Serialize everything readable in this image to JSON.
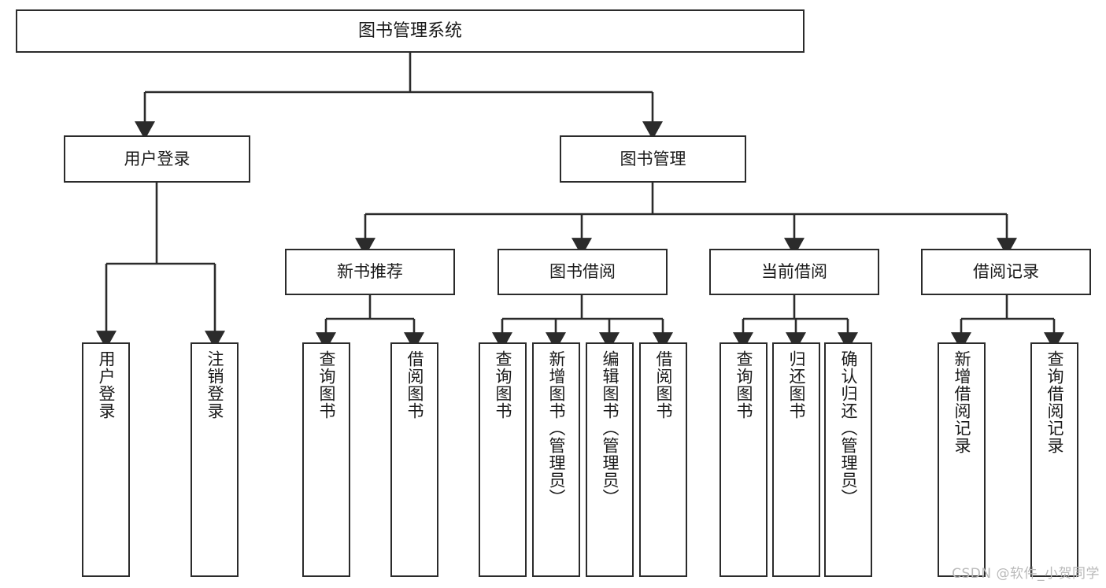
{
  "diagram": {
    "title": "图书管理系统",
    "type": "hierarchy-tree",
    "orientation": "top-down",
    "colors": {
      "stroke": "#2b2b2b",
      "fill": "#ffffff",
      "text": "#1a1a1a",
      "watermark": "#b9b9b9"
    },
    "root": {
      "id": "root",
      "label": "图书管理系统"
    },
    "level2": [
      {
        "id": "user-login",
        "label": "用户登录"
      },
      {
        "id": "book-manage",
        "label": "图书管理"
      }
    ],
    "level3": [
      {
        "id": "new-book-recommend",
        "label": "新书推荐",
        "parent": "book-manage"
      },
      {
        "id": "book-borrow",
        "label": "图书借阅",
        "parent": "book-manage"
      },
      {
        "id": "current-borrow",
        "label": "当前借阅",
        "parent": "book-manage"
      },
      {
        "id": "borrow-record",
        "label": "借阅记录",
        "parent": "book-manage"
      }
    ],
    "leaves": {
      "user_login": [
        {
          "id": "leaf-user-login",
          "label": "用户登录"
        },
        {
          "id": "leaf-logout",
          "label": "注销登录"
        }
      ],
      "new_book_recommend": [
        {
          "id": "leaf-query-book-1",
          "label": "查询图书"
        },
        {
          "id": "leaf-borrow-book-1",
          "label": "借阅图书"
        }
      ],
      "book_borrow": [
        {
          "id": "leaf-query-book-2",
          "label": "查询图书"
        },
        {
          "id": "leaf-add-book",
          "label": "新增图书（管理员）"
        },
        {
          "id": "leaf-edit-book",
          "label": "编辑图书（管理员）"
        },
        {
          "id": "leaf-borrow-book-2",
          "label": "借阅图书"
        }
      ],
      "current_borrow": [
        {
          "id": "leaf-query-book-3",
          "label": "查询图书"
        },
        {
          "id": "leaf-return-book",
          "label": "归还图书"
        },
        {
          "id": "leaf-confirm-return",
          "label": "确认归还（管理员）"
        }
      ],
      "borrow_record": [
        {
          "id": "leaf-add-record",
          "label": "新增借阅记录"
        },
        {
          "id": "leaf-query-record",
          "label": "查询借阅记录"
        }
      ]
    }
  },
  "watermark": {
    "text": "CSDN @软件_小贺同学"
  }
}
